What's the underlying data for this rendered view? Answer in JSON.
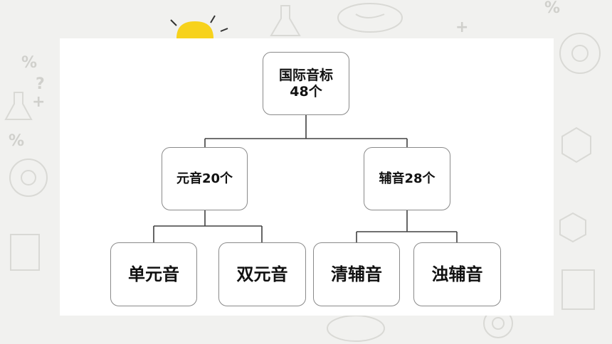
{
  "diagram": {
    "root": {
      "label": "国际音标\n48个"
    },
    "vowels": {
      "label": "元音20个"
    },
    "consonants": {
      "label": "辅音28个"
    },
    "leaves": {
      "monophthong": "单元音",
      "diphthong": "双元音",
      "voiceless": "清辅音",
      "voiced": "浊辅音"
    }
  },
  "colors": {
    "background": "#f1f1ef",
    "panel": "#ffffff",
    "border": "#8a8a8a",
    "line": "#404040",
    "bulb": "#f7d21c"
  },
  "decor": {
    "icons": [
      "percent-icon",
      "flask-icon",
      "gear-icon",
      "lightbulb-icon",
      "brain-icon",
      "question-icon",
      "plus-icon",
      "molecule-icon"
    ]
  }
}
